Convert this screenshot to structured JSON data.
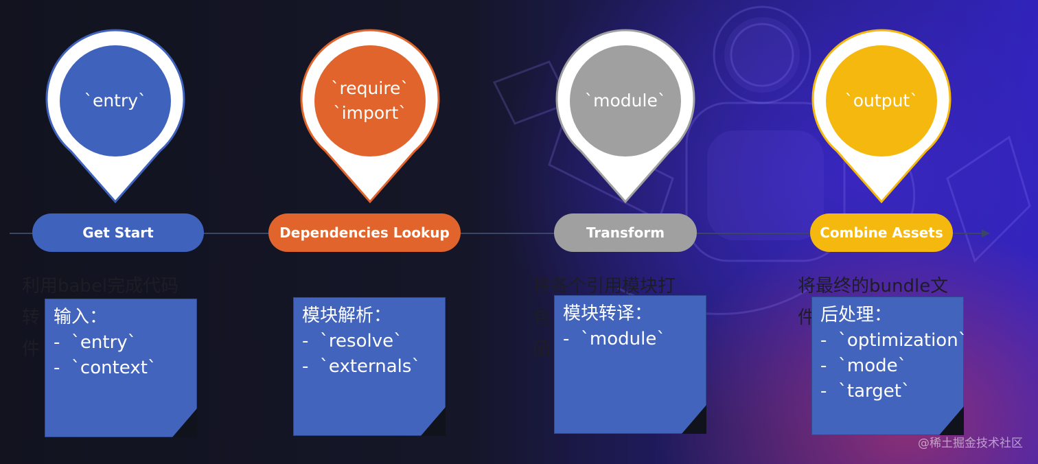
{
  "stages": [
    {
      "pin_lines": [
        "`entry`"
      ],
      "pill": "Get Start",
      "caption_lines": [
        "利用babel完成代码",
        "转",
        "件"
      ],
      "note_title": "输入：",
      "note_items": [
        "-  `entry`",
        "-  `context`"
      ],
      "color": "#3f63bd"
    },
    {
      "pin_lines": [
        "`require`",
        "`import`"
      ],
      "pill": "Dependencies Lookup",
      "caption_lines": [],
      "note_title": "模块解析：",
      "note_items": [
        "-  `resolve`",
        "-  `externals`"
      ],
      "color": "#e0642b"
    },
    {
      "pin_lines": [
        "`module`"
      ],
      "pill": "Transform",
      "caption_lines": [
        "将各个引用模块打",
        "包",
        "函"
      ],
      "note_title": "模块转译：",
      "note_items": [
        "-  `module`"
      ],
      "color": "#a0a0a0"
    },
    {
      "pin_lines": [
        "`output`"
      ],
      "pill": "Combine Assets",
      "caption_lines": [
        "将最终的bundle文",
        "件"
      ],
      "note_title": "后处理：",
      "note_items": [
        "-  `optimization`",
        "-  `mode`",
        "-  `target`"
      ],
      "color": "#f5b80f"
    }
  ],
  "watermark": "@稀土掘金技术社区"
}
